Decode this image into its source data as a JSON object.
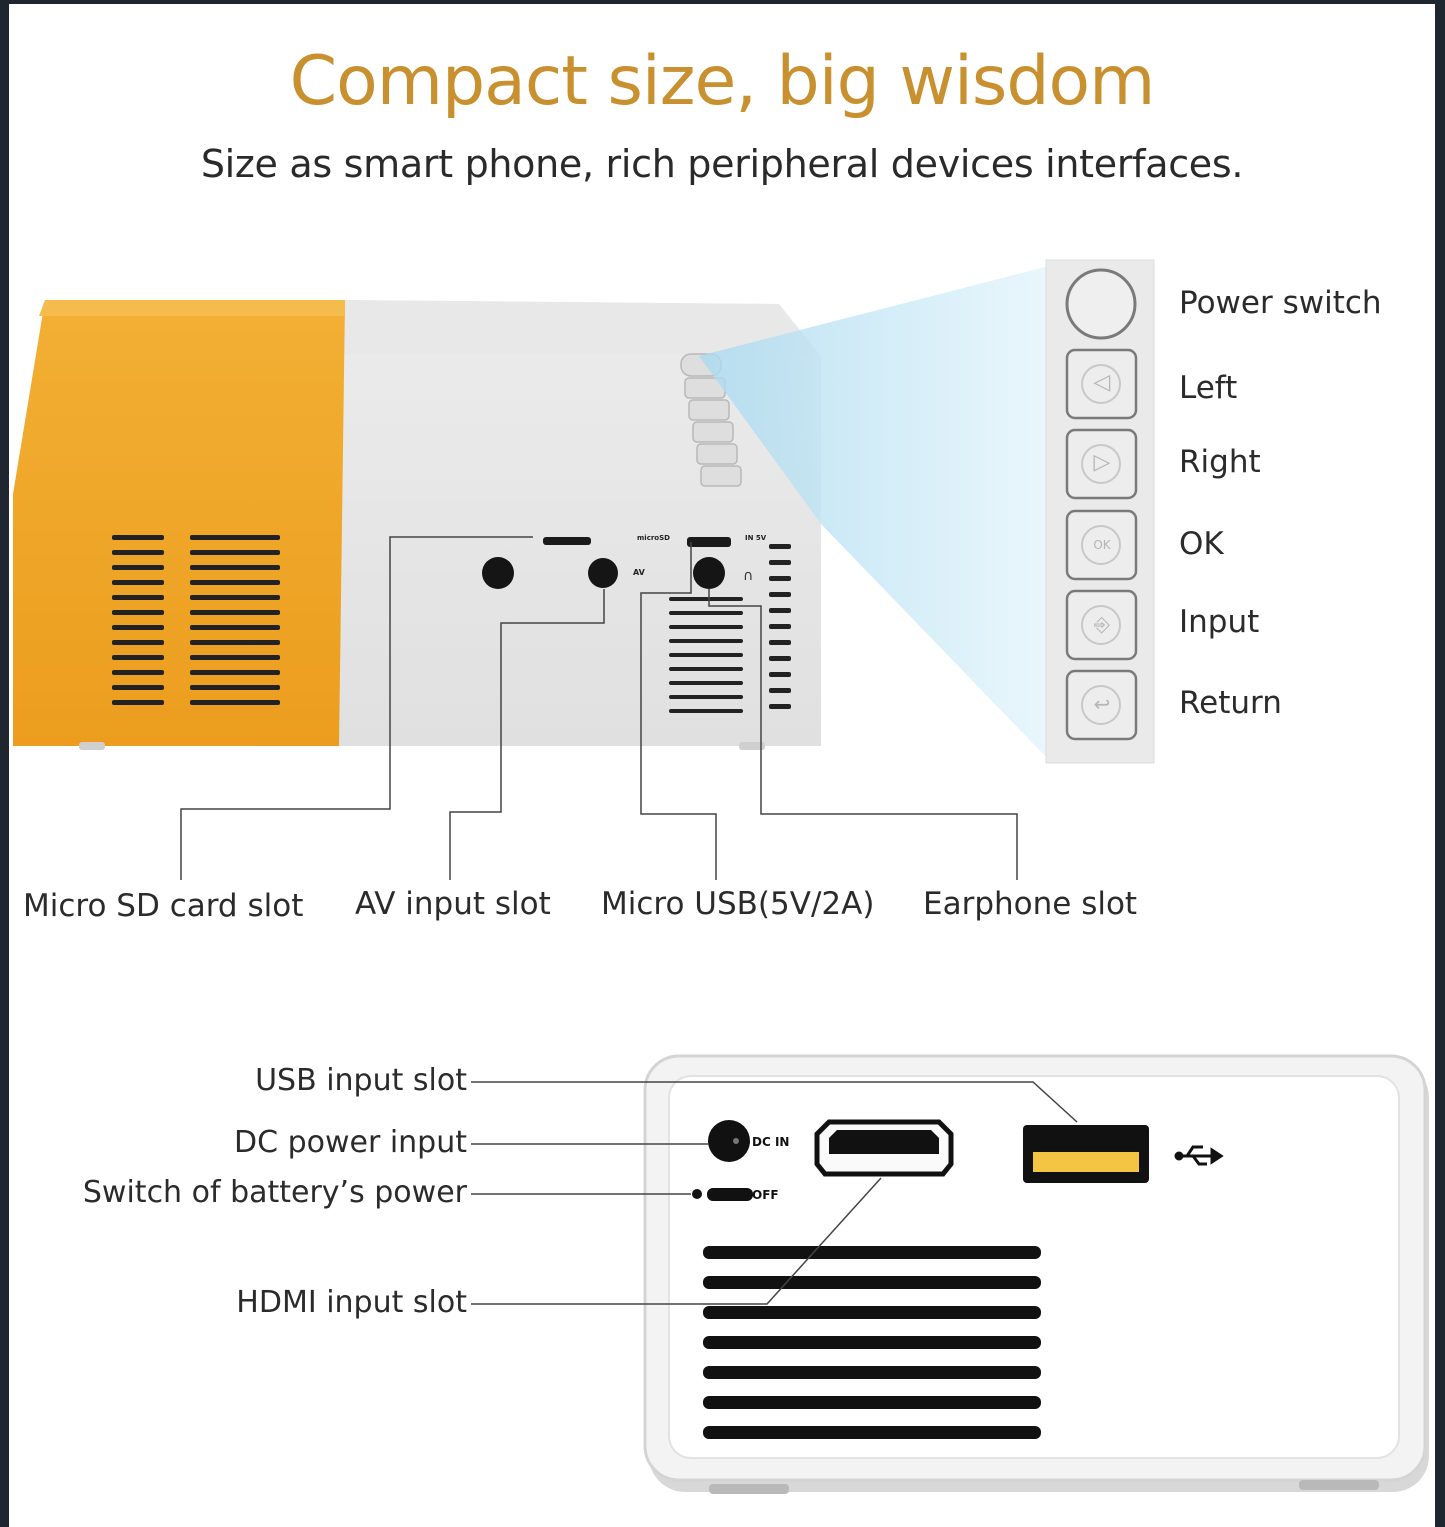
{
  "heading": {
    "title": "Compact size, big wisdom",
    "subtitle": "Size as smart phone, rich peripheral devices interfaces."
  },
  "control_panel": {
    "buttons": [
      {
        "label": "Power switch",
        "glyph": ""
      },
      {
        "label": "Left",
        "glyph": "◁"
      },
      {
        "label": "Right",
        "glyph": "▷"
      },
      {
        "label": "OK",
        "glyph": "OK"
      },
      {
        "label": "Input",
        "glyph": "⎆"
      },
      {
        "label": "Return",
        "glyph": "↩"
      }
    ]
  },
  "side_ports": {
    "microsd": "Micro SD card slot",
    "av": "AV input slot",
    "usb": "Micro USB(5V/2A)",
    "earphone": "Earphone slot"
  },
  "side_markings": {
    "microsd": "microSD",
    "av": "AV",
    "in5v": "IN 5V"
  },
  "back_ports": {
    "usb_input": "USB input slot",
    "dc_power": "DC power input",
    "battery_switch": "Switch of battery’s power",
    "hdmi": "HDMI input slot"
  },
  "back_markings": {
    "dc_in": "DC IN",
    "off": "OFF"
  },
  "colors": {
    "title": "#c8902e",
    "body_orange": "#f0a82a",
    "beam": "#bfe6f6"
  }
}
